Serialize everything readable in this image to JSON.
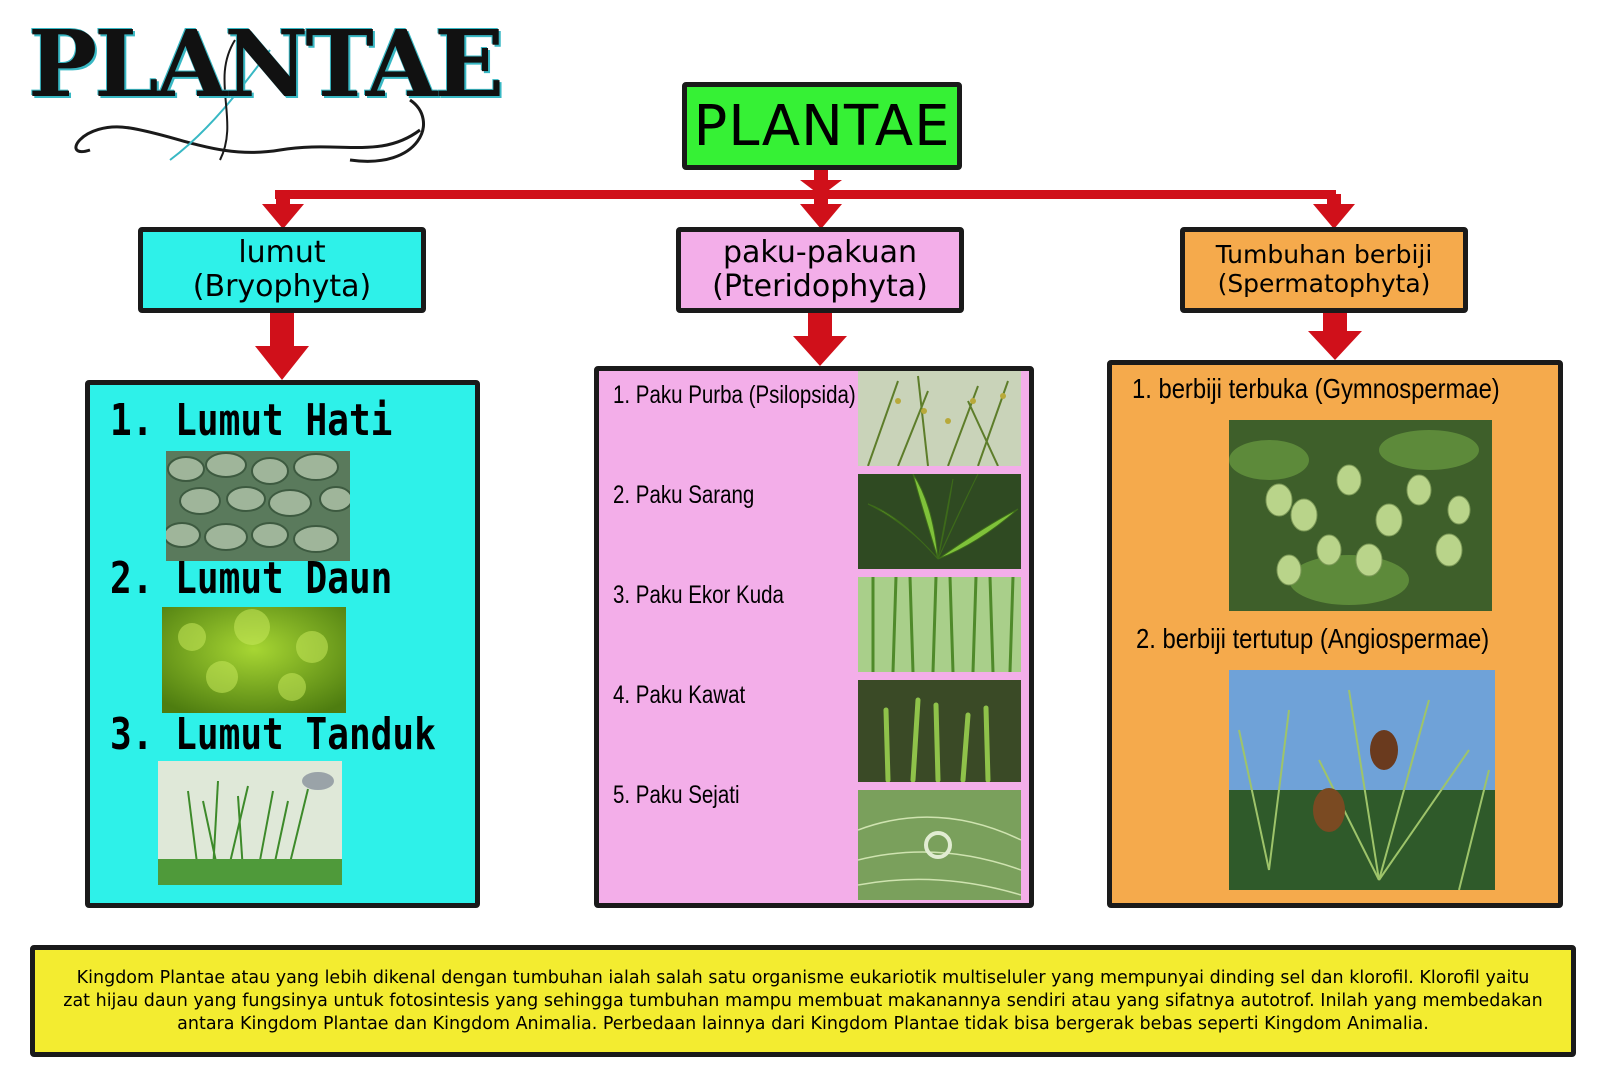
{
  "logo": {
    "text": "PLANTAE"
  },
  "root": {
    "label": "PLANTAE",
    "color": "#36f135"
  },
  "arrow_color": "#d0101a",
  "divisions": [
    {
      "name": "lumut",
      "latin": "(Bryophyta)",
      "color": "#2ef1e9"
    },
    {
      "name": "paku-pakuan",
      "latin": "(Pteridophyta)",
      "color": "#f3aee9"
    },
    {
      "name": "Tumbuhan berbiji",
      "latin": "(Spermatophyta)",
      "color": "#f5aa4c"
    }
  ],
  "bryophyta": {
    "items": [
      {
        "label": "1. Lumut Hati",
        "image": "liverwort-photo"
      },
      {
        "label": "2. Lumut Daun",
        "image": "moss-photo"
      },
      {
        "label": "3. Lumut Tanduk",
        "image": "hornwort-photo"
      }
    ]
  },
  "pteridophyta": {
    "items": [
      {
        "label": "1. Paku Purba (Psilopsida)",
        "image": "whisk-fern-photo"
      },
      {
        "label": "2. Paku Sarang",
        "image": "birds-nest-fern-photo"
      },
      {
        "label": "3. Paku Ekor Kuda",
        "image": "horsetail-photo"
      },
      {
        "label": "4. Paku Kawat",
        "image": "clubmoss-photo"
      },
      {
        "label": "5. Paku Sejati",
        "image": "true-fern-photo"
      }
    ]
  },
  "spermatophyta": {
    "items": [
      {
        "label": "1. berbiji terbuka (Gymnospermae)",
        "image": "fruit-tree-photo"
      },
      {
        "label": "2. berbiji tertutup (Angiospermae)",
        "image": "pine-cone-photo"
      }
    ]
  },
  "description": "Kingdom Plantae atau yang lebih dikenal dengan tumbuhan ialah salah satu organisme eukariotik multiseluler yang mempunyai dinding sel dan klorofil. Klorofil yaitu zat hijau daun yang fungsinya untuk fotosintesis yang sehingga tumbuhan mampu membuat makanannya sendiri atau yang sifatnya autotrof. Inilah yang membedakan antara Kingdom Plantae dan Kingdom Animalia. Perbedaan lainnya dari Kingdom Plantae tidak bisa bergerak bebas seperti Kingdom Animalia."
}
